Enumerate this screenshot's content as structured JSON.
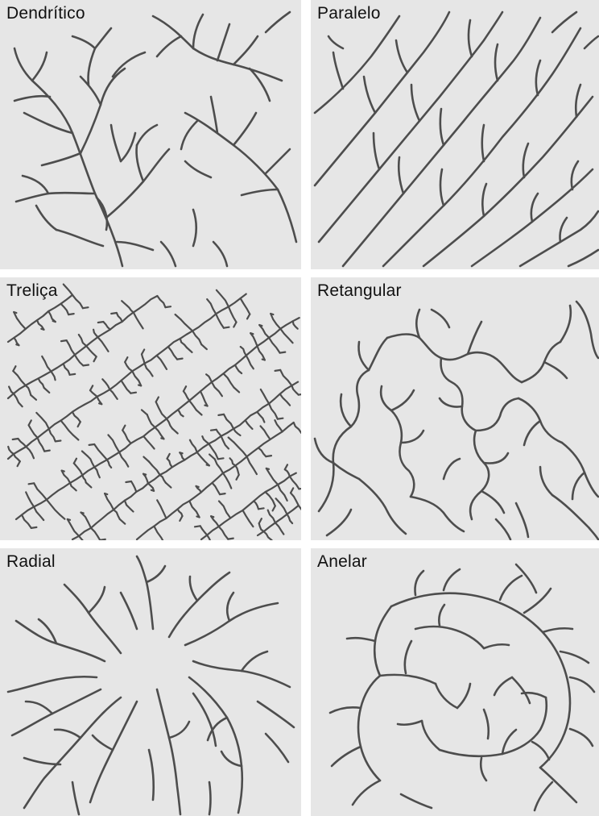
{
  "panels": [
    {
      "id": "dendritico",
      "label": "Dendrítico"
    },
    {
      "id": "paralelo",
      "label": "Paralelo"
    },
    {
      "id": "trelica",
      "label": "Treliça"
    },
    {
      "id": "retangular",
      "label": "Retangular"
    },
    {
      "id": "radial",
      "label": "Radial"
    },
    {
      "id": "anelar",
      "label": "Anelar"
    }
  ],
  "colors": {
    "panel_bg": "#e6e6e6",
    "stream": "#4d4d4d",
    "divider": "#ffffff",
    "label": "#111111"
  }
}
